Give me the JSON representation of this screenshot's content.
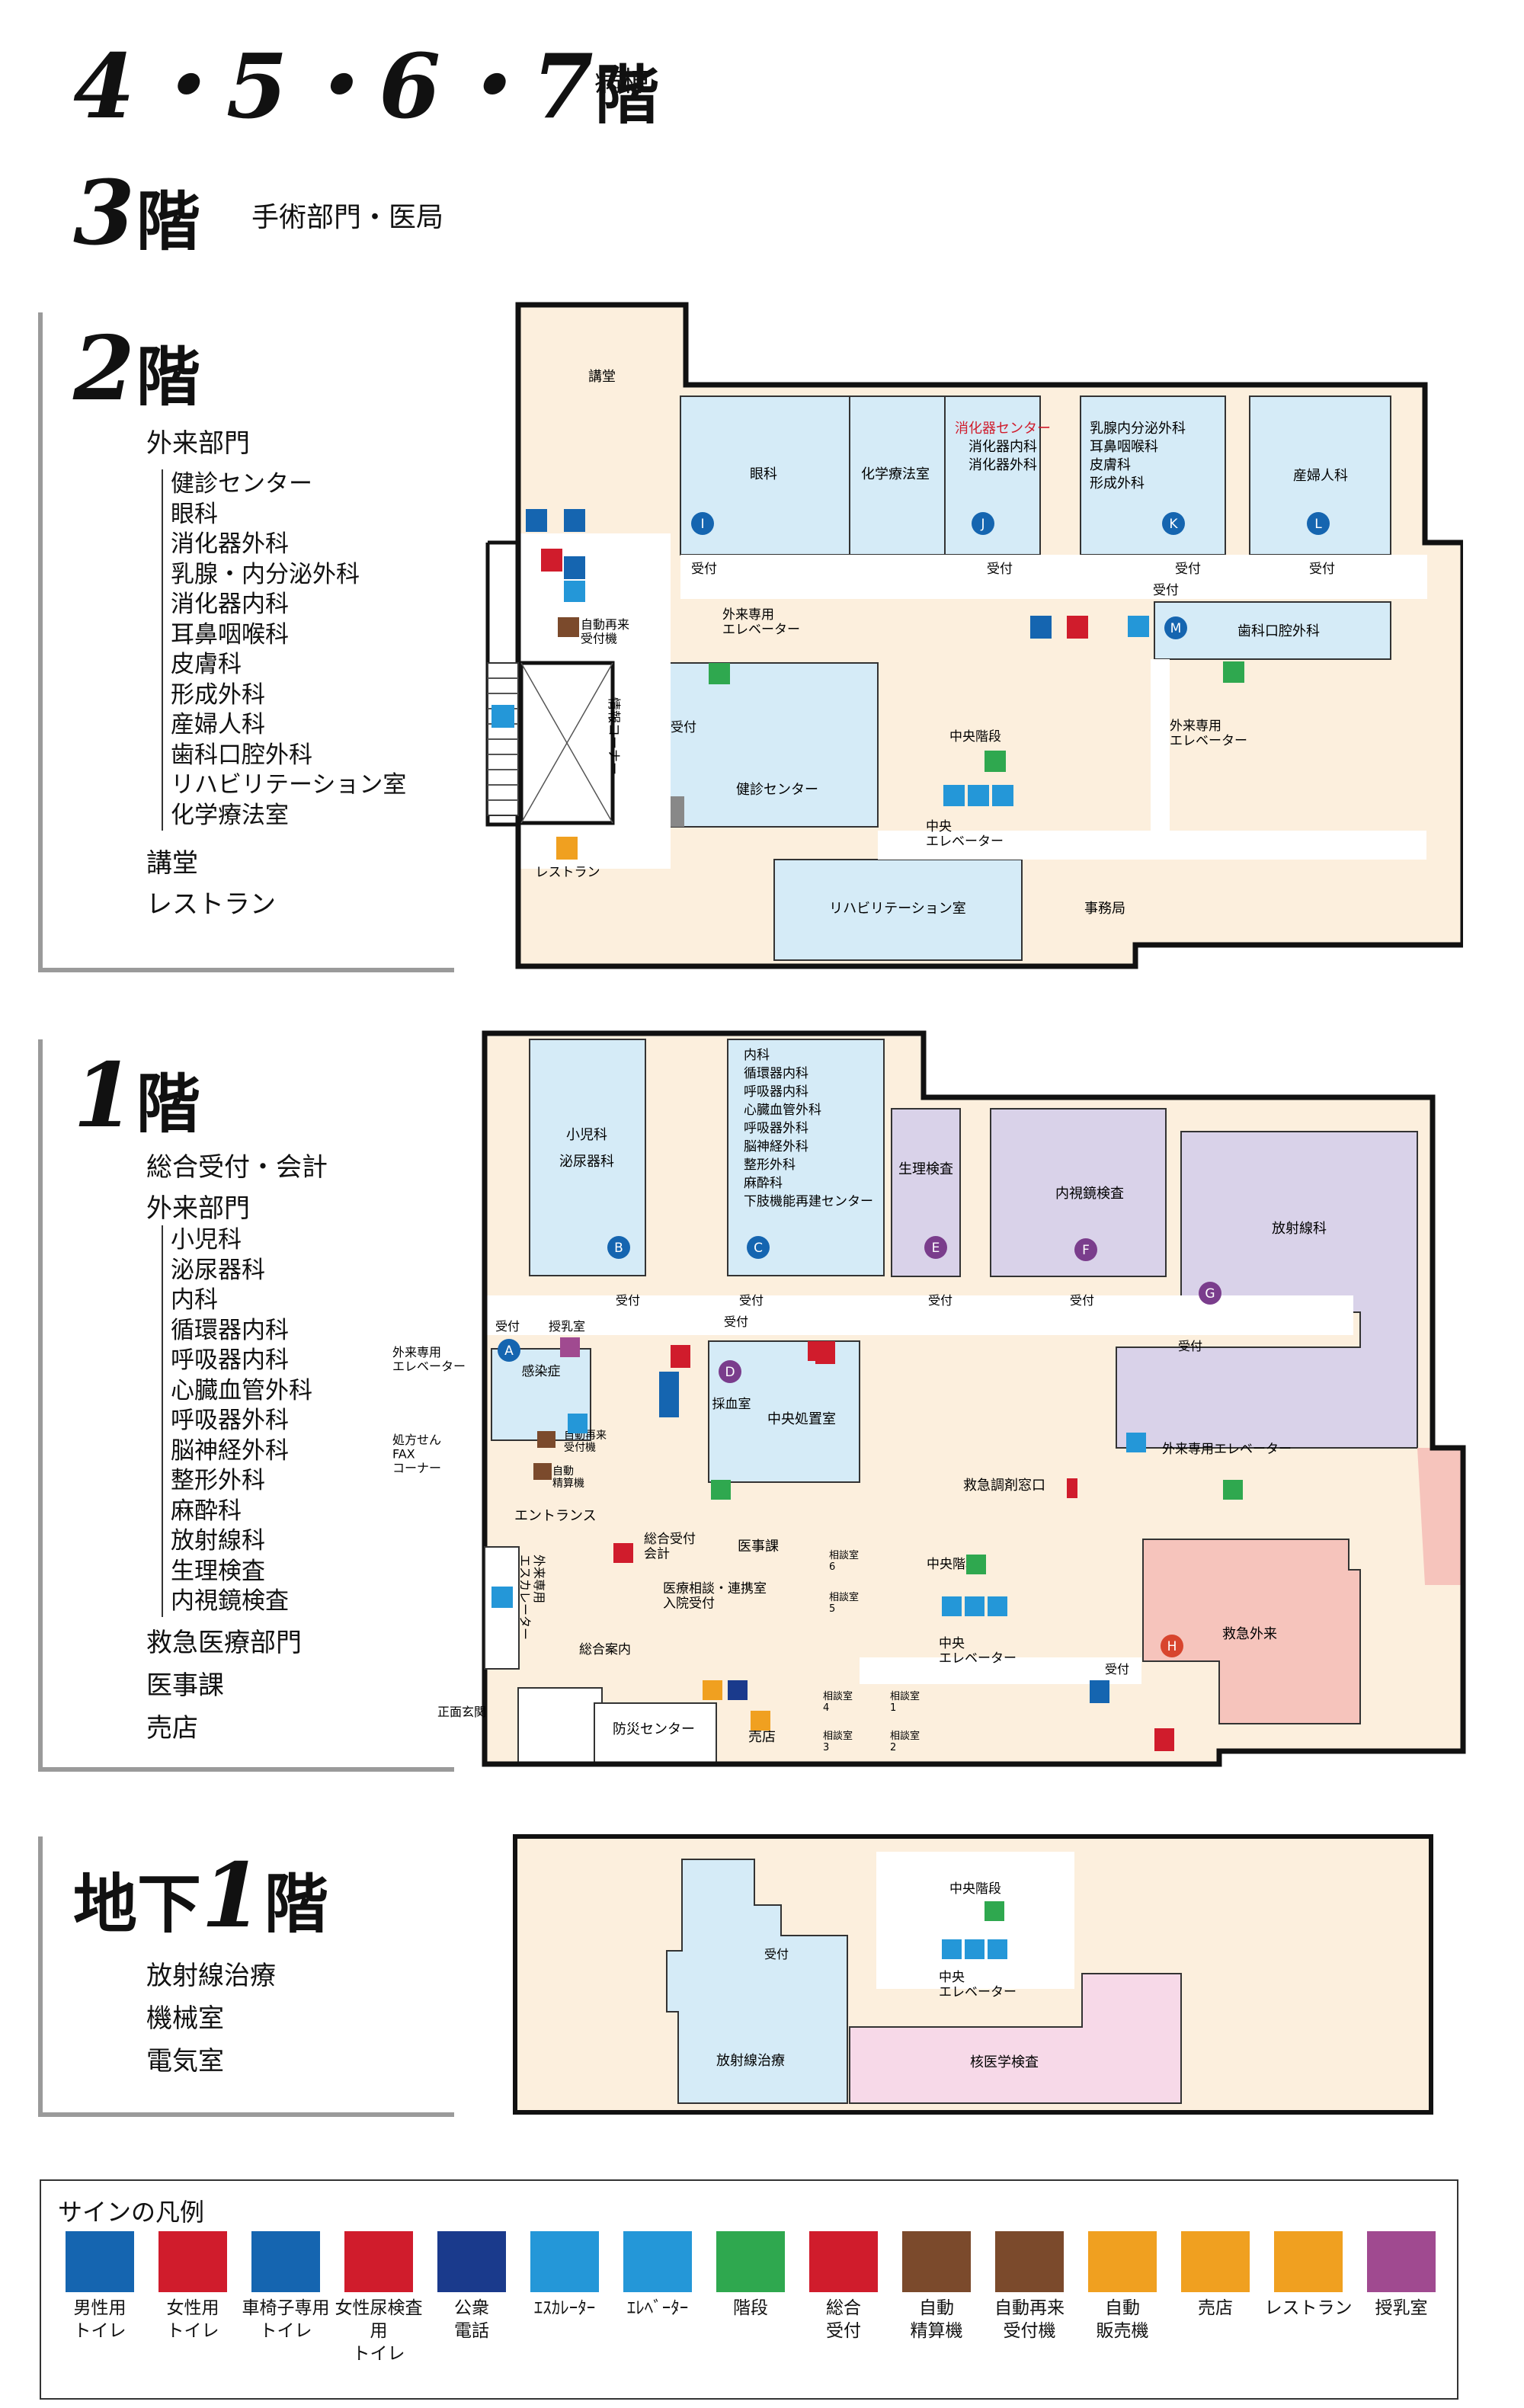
{
  "floors": {
    "f4567": {
      "title": "4・5・6・7",
      "kai": "階",
      "desc": "病棟"
    },
    "f3": {
      "title": "3",
      "kai": "階",
      "desc": "手術部門・医局"
    },
    "f2": {
      "title": "2",
      "kai": "階",
      "section": "外来部門",
      "list": [
        "健診センター",
        "眼科",
        "消化器外科",
        "乳腺・内分泌外科",
        "消化器内科",
        "耳鼻咽喉科",
        "皮膚科",
        "形成外科",
        "産婦人科",
        "歯科口腔外科",
        "リハビリテーション室",
        "化学療法室"
      ],
      "extra": [
        "講堂",
        "レストラン"
      ]
    },
    "f1": {
      "title": "1",
      "kai": "階",
      "top": [
        "総合受付・会計",
        "外来部門"
      ],
      "list": [
        "小児科",
        "泌尿器科",
        "内科",
        "循環器内科",
        "呼吸器内科",
        "心臓血管外科",
        "呼吸器外科",
        "脳神経外科",
        "整形外科",
        "麻酔科",
        "放射線科",
        "生理検査",
        "内視鏡検査"
      ],
      "extra": [
        "救急医療部門",
        "医事課",
        "売店"
      ]
    },
    "b1": {
      "title_pre": "地下",
      "title": "1",
      "kai": "階",
      "list": [
        "放射線治療",
        "機械室",
        "電気室"
      ]
    }
  },
  "map2": {
    "kodo": "講堂",
    "ganka": "眼科",
    "kagaku": "化学療法室",
    "shoka_center": "消化器センター",
    "shoka_nai": "消化器内科",
    "shoka_ge": "消化器外科",
    "nyusen": "乳腺内分泌外科",
    "jibi": "耳鼻咽喉科",
    "hifu": "皮膚科",
    "keisei": "形成外科",
    "sanfu": "産婦人科",
    "shika": "歯科口腔外科",
    "kenshin": "健診センター",
    "reha": "リハビリテーション室",
    "jimu": "事務局",
    "restaurant": "レストラン",
    "uketsuke": "受付",
    "gaira_elev": "外来専用\nエレベーター",
    "joho": "情報コーナー",
    "chuo_kaidan": "中央階段",
    "chuo_elev": "中央\nエレベーター",
    "saiuke": "自動再来\n受付機",
    "letters": [
      "I",
      "J",
      "K",
      "L",
      "M"
    ]
  },
  "map1": {
    "shoni": "小児科",
    "hinyo": "泌尿器科",
    "naika_list": [
      "内科",
      "循環器内科",
      "呼吸器内科",
      "心臓血管外科",
      "呼吸器外科",
      "脳神経外科",
      "整形外科",
      "麻酔科",
      "下肢機能再建センター"
    ],
    "seiri": "生理検査",
    "naishi": "内視鏡検査",
    "hoshasen": "放射線科",
    "kansen": "感染症",
    "saiketsu": "採血室",
    "chuo_shochi": "中央処置室",
    "kyukyu_chozai": "救急調剤窓口",
    "sogo_uke": "総合受付\n会計",
    "iji": "医事課",
    "iryo_sodan": "医療相談・連携室\n入院受付",
    "kyukyu_gairai": "救急外来",
    "bosai": "防災センター",
    "baiten": "売店",
    "entrance": "エントランス",
    "sogo_annai": "総合案内",
    "shomen": "正面玄関",
    "gaira_elev": "外来専用\nエレベーター",
    "gaira_elev2": "外来専用エレベーター",
    "fax": "処方せん\nFAX\nコーナー",
    "escalator": "外来専用\nエスカレーター",
    "junyu": "授乳室",
    "uketsuke": "受付",
    "chuo_kaidan": "中央階段",
    "chuo_elev": "中央\nエレベーター",
    "saiuke": "自動再来\n受付機",
    "seisan": "自動\n精算機",
    "sodan": [
      "相談室\n6",
      "相談室\n5",
      "相談室\n4",
      "相談室\n3",
      "相談室\n1",
      "相談室\n2"
    ],
    "letters": [
      "A",
      "B",
      "C",
      "D",
      "E",
      "F",
      "G",
      "H"
    ]
  },
  "mapb1": {
    "hoshasen_chiryo": "放射線治療",
    "kaku": "核医学検査",
    "uketsuke": "受付",
    "chuo_kaidan": "中央階段",
    "chuo_elev": "中央\nエレベーター"
  },
  "legend": {
    "title": "サインの凡例",
    "items": [
      {
        "icon": "male-toilet-icon",
        "label": "男性用\nトイレ",
        "color": "#1565b0"
      },
      {
        "icon": "female-toilet-icon",
        "label": "女性用\nトイレ",
        "color": "#d01c2c"
      },
      {
        "icon": "wheelchair-icon",
        "label": "車椅子専用\nトイレ",
        "color": "#1565b0"
      },
      {
        "icon": "urine-test-toilet-icon",
        "label": "女性尿検査用\nトイレ",
        "color": "#d01c2c"
      },
      {
        "icon": "phone-icon",
        "label": "公衆\n電話",
        "color": "#1a3a8c"
      },
      {
        "icon": "escalator-icon",
        "label": "ｴｽｶﾚｰﾀｰ",
        "color": "#2497d8"
      },
      {
        "icon": "elevator-icon",
        "label": "ｴﾚﾍﾞｰﾀｰ",
        "color": "#2497d8"
      },
      {
        "icon": "stairs-icon",
        "label": "階段",
        "color": "#2fa84f"
      },
      {
        "icon": "reception-icon",
        "label": "総合\n受付",
        "color": "#d01c2c"
      },
      {
        "icon": "payment-machine-icon",
        "label": "自動\n精算機",
        "color": "#7b4a2c"
      },
      {
        "icon": "reentry-machine-icon",
        "label": "自動再来\n受付機",
        "color": "#7b4a2c"
      },
      {
        "icon": "vending-icon",
        "label": "自動\n販売機",
        "color": "#f0a020"
      },
      {
        "icon": "shop-icon",
        "label": "売店",
        "color": "#f0a020"
      },
      {
        "icon": "restaurant-icon",
        "label": "レストラン",
        "color": "#f0a020"
      },
      {
        "icon": "nursing-room-icon",
        "label": "授乳室",
        "color": "#a04a90"
      }
    ]
  }
}
